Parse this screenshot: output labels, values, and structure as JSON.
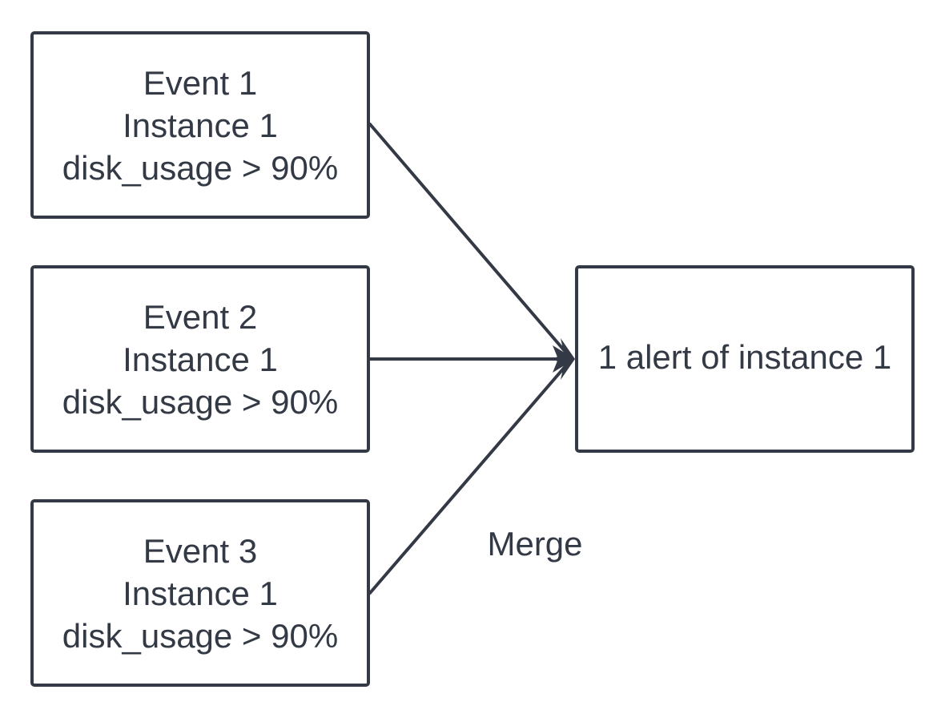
{
  "colors": {
    "stroke": "#343a45",
    "text": "#343a45",
    "background": "#ffffff"
  },
  "events": [
    {
      "title": "Event 1",
      "instance": "Instance 1",
      "condition": "disk_usage > 90%"
    },
    {
      "title": "Event 2",
      "instance": "Instance 1",
      "condition": "disk_usage > 90%"
    },
    {
      "title": "Event 3",
      "instance": "Instance 1",
      "condition": "disk_usage > 90%"
    }
  ],
  "result": {
    "label": "1 alert of instance 1"
  },
  "edge_label": "Merge"
}
